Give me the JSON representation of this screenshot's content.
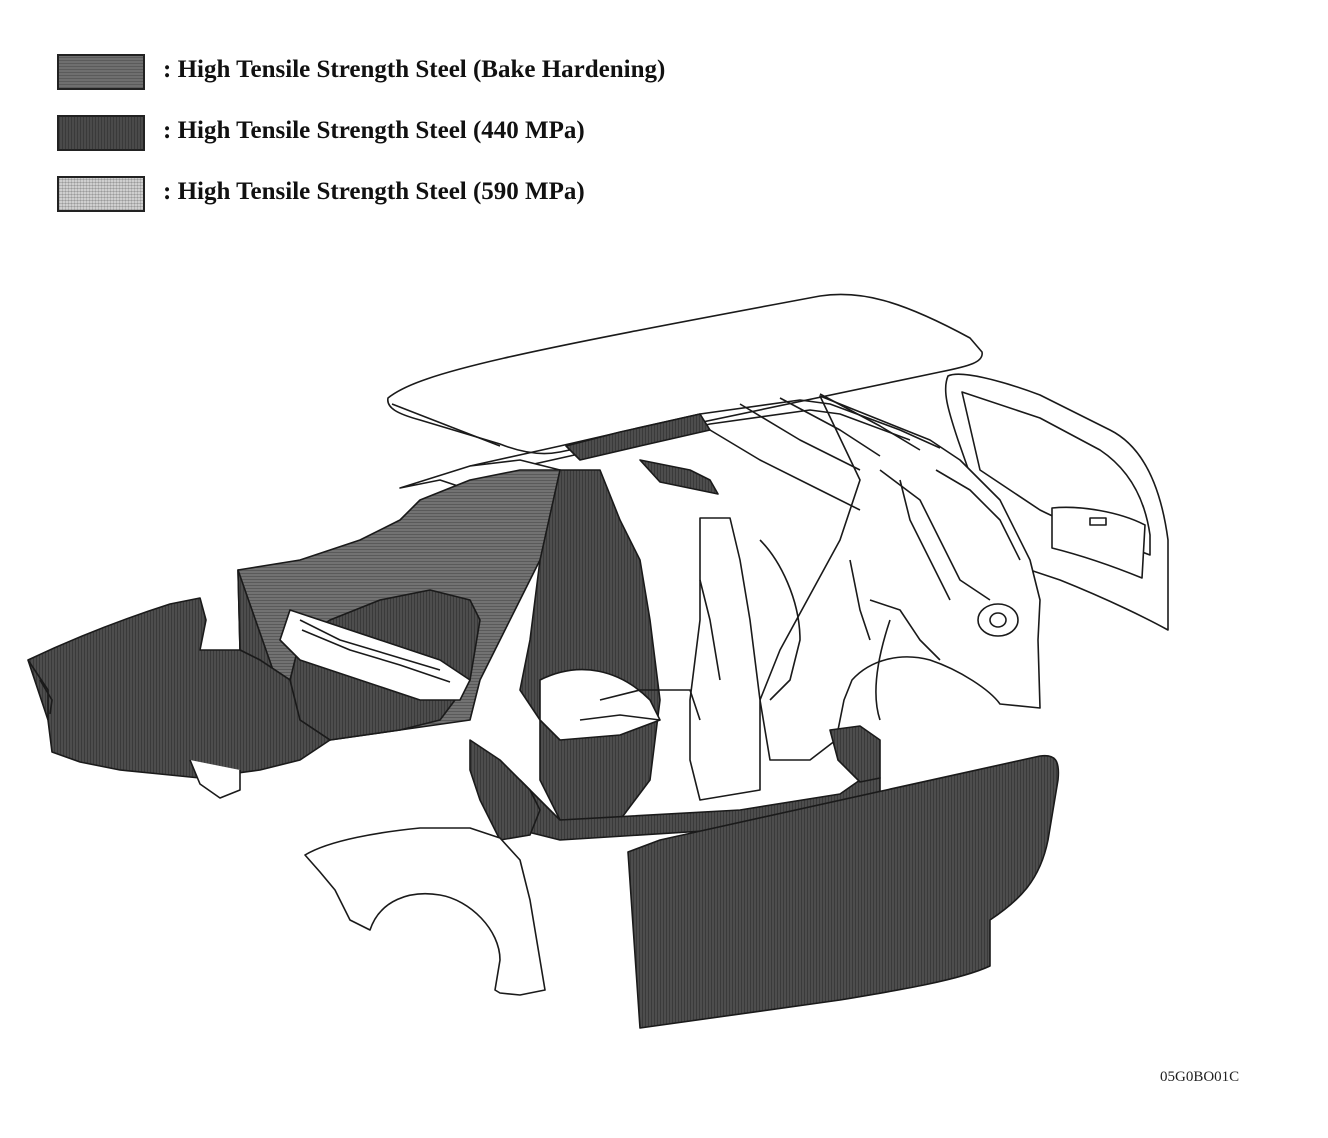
{
  "legend": [
    {
      "label": ":  High Tensile Strength Steel (Bake Hardening)",
      "fill": "#6f6f6f"
    },
    {
      "label": ":  High Tensile Strength Steel (440 MPa)",
      "fill": "#4a4a4a"
    },
    {
      "label": ":  High Tensile Strength Steel (590 MPa)",
      "fill": "#cfcfcf"
    }
  ],
  "figure_code": "05G0BO01C",
  "colors": {
    "outline": "#1a1a1a",
    "panel_440": "#4a4a4a",
    "panel_bh": "#6f6f6f",
    "background": "#ffffff"
  }
}
